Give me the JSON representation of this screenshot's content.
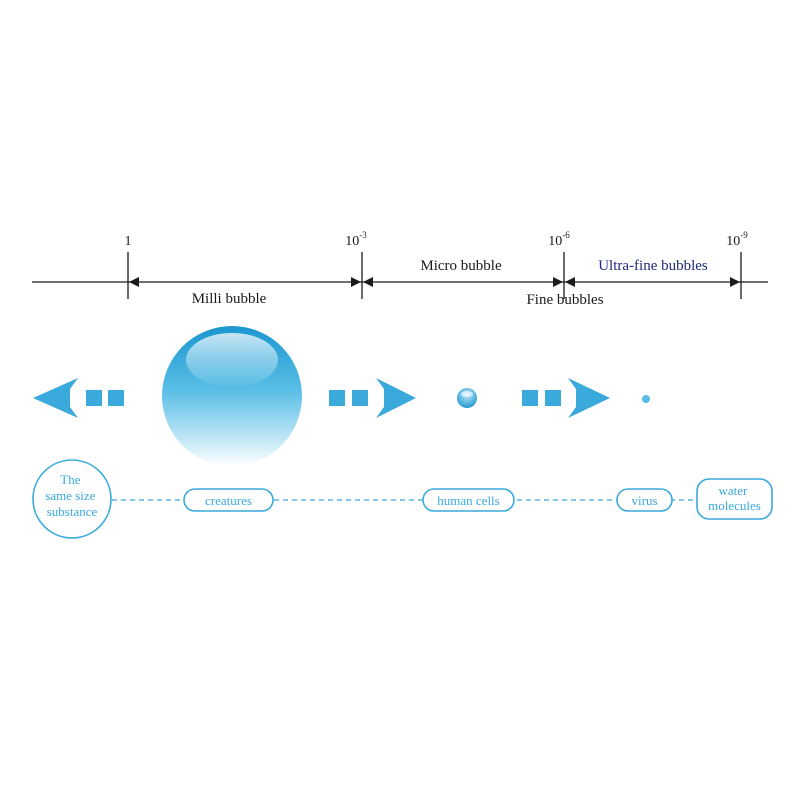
{
  "scale": {
    "ticks": [
      {
        "base": "1",
        "exp": ""
      },
      {
        "base": "10",
        "exp": "-3"
      },
      {
        "base": "10",
        "exp": "-6"
      },
      {
        "base": "10",
        "exp": "-9"
      }
    ],
    "ranges": {
      "milli": "Milli bubble",
      "micro": "Micro bubble",
      "ultra": "Ultra-fine bubbles",
      "fine": "Fine bubbles"
    }
  },
  "comparison": {
    "head_line1": "The",
    "head_line2": "same size",
    "head_line3": "substance",
    "creatures": "creatures",
    "human_cells": "human cells",
    "virus": "virus",
    "water_line1": "water",
    "water_line2": "molecules"
  },
  "colors": {
    "ink": "#1a1a1a",
    "accent": "#3aa9dc",
    "ultra_text": "#1f2a7a"
  }
}
